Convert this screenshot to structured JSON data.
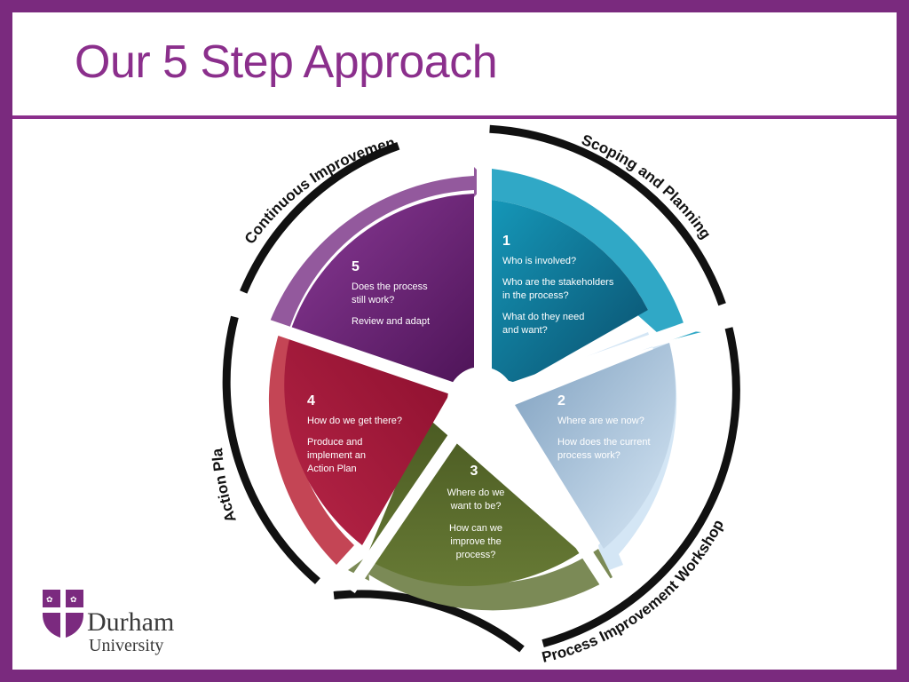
{
  "slide": {
    "title": "Our 5 Step Approach"
  },
  "ring_labels": {
    "top_left": "Continuous Improvement",
    "top_right": "Scoping and Planning",
    "bottom_right": "Process Improvement Workshop",
    "left": "Action Plan"
  },
  "steps": [
    {
      "number": "1",
      "lines": [
        "Who is involved?",
        "Who are the stakeholders",
        "in the process?",
        "What do they need",
        "and want?"
      ],
      "color": "#0c6e8e"
    },
    {
      "number": "2",
      "lines": [
        "Where are we now?",
        "How does the current",
        "process work?"
      ],
      "color": "#a9c9e3"
    },
    {
      "number": "3",
      "lines": [
        "Where do we",
        "want to be?",
        "How can we",
        "improve the",
        "process?"
      ],
      "color": "#596a2c"
    },
    {
      "number": "4",
      "lines": [
        "How do we get there?",
        "Produce and",
        "implement an",
        "Action Plan"
      ],
      "color": "#a71c3d"
    },
    {
      "number": "5",
      "lines": [
        "Does the process",
        "still work?",
        "Review and adapt"
      ],
      "color": "#6a2677"
    }
  ],
  "logo": {
    "name": "Durham",
    "sub": "University",
    "color": "#7b2a7f"
  }
}
